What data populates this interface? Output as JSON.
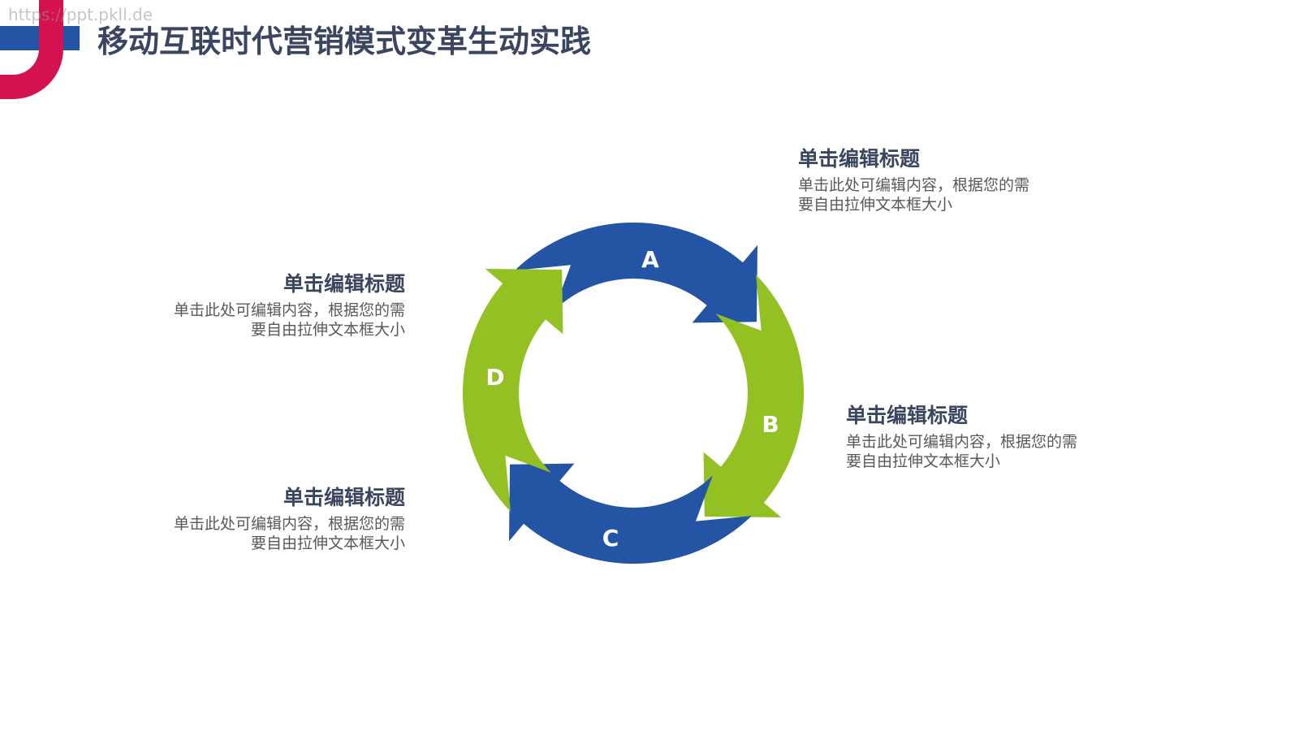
{
  "slide": {
    "watermark": "https://ppt.pkll.de",
    "title": "移动互联时代营销模式变革生动实践"
  },
  "cycle": {
    "segments": [
      {
        "label": "A",
        "color": "#2455a4"
      },
      {
        "label": "B",
        "color": "#93c123"
      },
      {
        "label": "C",
        "color": "#2455a4"
      },
      {
        "label": "D",
        "color": "#93c123"
      }
    ]
  },
  "blocks": {
    "top_right": {
      "title": "单击编辑标题",
      "line1": "单击此处可编辑内容，根据您的需",
      "line2": "要自由拉伸文本框大小"
    },
    "mid_right": {
      "title": "单击编辑标题",
      "line1": "单击此处可编辑内容，根据您的需",
      "line2": "要自由拉伸文本框大小"
    },
    "upper_left": {
      "title": "单击编辑标题",
      "line1": "单击此处可编辑内容，根据您的需",
      "line2": "要自由拉伸文本框大小"
    },
    "lower_left": {
      "title": "单击编辑标题",
      "line1": "单击此处可编辑内容，根据您的需",
      "line2": "要自由拉伸文本框大小"
    }
  }
}
